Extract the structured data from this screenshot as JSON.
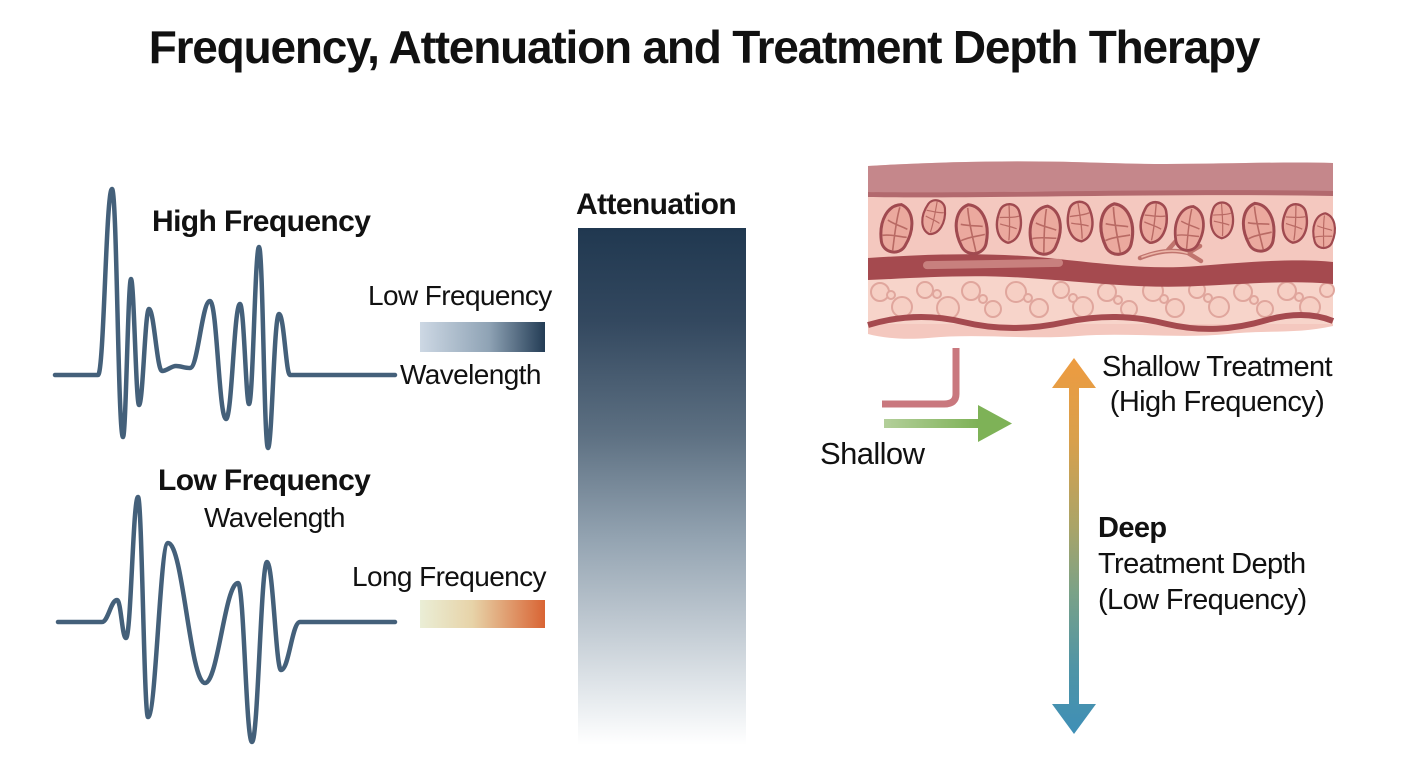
{
  "title": "Frequency, Attenuation and Treatment Depth Therapy",
  "waveform_high": {
    "label": "High Frequency"
  },
  "waveform_low": {
    "label": "Low Frequency",
    "sublabel": "Wavelength"
  },
  "wavelength_legend": {
    "title": "Low Frequency",
    "caption": "Wavelength"
  },
  "long_frequency_legend": {
    "title": "Long Frequency"
  },
  "attenuation": {
    "label": "Attenuation"
  },
  "treatment": {
    "shallow_label": "Shallow",
    "shallow_line1": "Shallow Treatment",
    "shallow_line2": "(High Frequency)",
    "deep_line1": "Deep",
    "deep_line2": "Treatment Depth",
    "deep_line3": "(Low Frequency)"
  },
  "colors": {
    "text": "#111111",
    "wave": "#44607a",
    "wl_grad_start": "#cdd8e4",
    "wl_grad_end": "#233c55",
    "long_grad_start": "#eaeed6",
    "long_grad_end": "#d96434",
    "atten_top": "#203850",
    "atten_bottom": "#ffffff",
    "arrow_green_start": "#b3cf9a",
    "arrow_green_end": "#7eb257",
    "bracket_rose": "#c9787e",
    "depth_top": "#ee9b40",
    "depth_mid": "#7ba287",
    "depth_bottom": "#3e8fb7",
    "tissue_band": "#c5878b",
    "tissue_line": "#b2696e",
    "tissue_bg": "#f4c8bf",
    "lobule_fill": "#eba99e",
    "lobule_stroke": "#a04a50",
    "lobule_vein": "#b96a64",
    "vessel": "#a54a4f",
    "vessel_highlight": "#c8807e",
    "pebble_bg": "#f7d4ca",
    "pebble_fill": "#f6cfc4",
    "pebble_stroke": "#e0a69d"
  }
}
